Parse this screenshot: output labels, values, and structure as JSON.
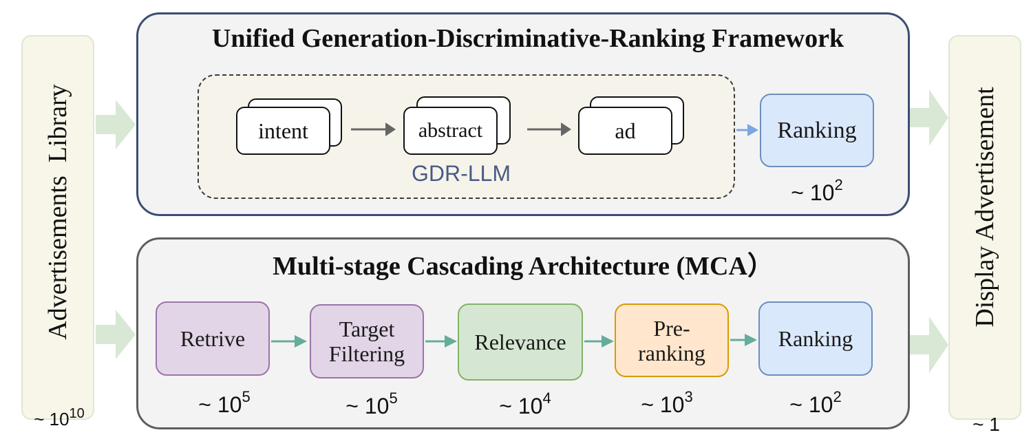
{
  "left_panel": {
    "label": "Advertisements  Library",
    "count_base": "~ 10",
    "count_exp": "10"
  },
  "right_panel": {
    "label": "Display Advertisement",
    "count": "~ 1"
  },
  "gdr": {
    "title": "Unified Generation-Discriminative-Ranking Framework",
    "llm_label": "GDR-LLM",
    "steps": [
      "intent",
      "abstract",
      "ad"
    ],
    "ranking": {
      "label": "Ranking",
      "count_base": "~ 10",
      "count_exp": "2"
    }
  },
  "mca": {
    "title": "Multi-stage Cascading Architecture (MCA）",
    "stages": [
      {
        "label": "Retrive",
        "count_base": "~ 10",
        "count_exp": "5",
        "fill": "#e2d5e7",
        "border": "#9c73ab"
      },
      {
        "label": "Target\nFiltering",
        "count_base": "~ 10",
        "count_exp": "5",
        "fill": "#e2d5e7",
        "border": "#9c73ab"
      },
      {
        "label": "Relevance",
        "count_base": "~ 10",
        "count_exp": "4",
        "fill": "#d5e7d3",
        "border": "#82b366"
      },
      {
        "label": "Pre-\nranking",
        "count_base": "~ 10",
        "count_exp": "3",
        "fill": "#ffe6cc",
        "border": "#d79b00"
      },
      {
        "label": "Ranking",
        "count_base": "~ 10",
        "count_exp": "2",
        "fill": "#dae8fc",
        "border": "#6c8ebf"
      }
    ]
  },
  "colors": {
    "gdr_border": "#3b4d73",
    "mca_border": "#5e5e5e",
    "llm_box_fill": "#f6f4ea",
    "llm_text": "#4a5a85",
    "ranking_fill": "#dae8fc",
    "ranking_border": "#6c8ebf",
    "flow_arrow": "#64ac9b",
    "gray_arrow": "#666666",
    "blue_arrow": "#7ea6e0",
    "big_arrow": "#d8e8d5"
  }
}
